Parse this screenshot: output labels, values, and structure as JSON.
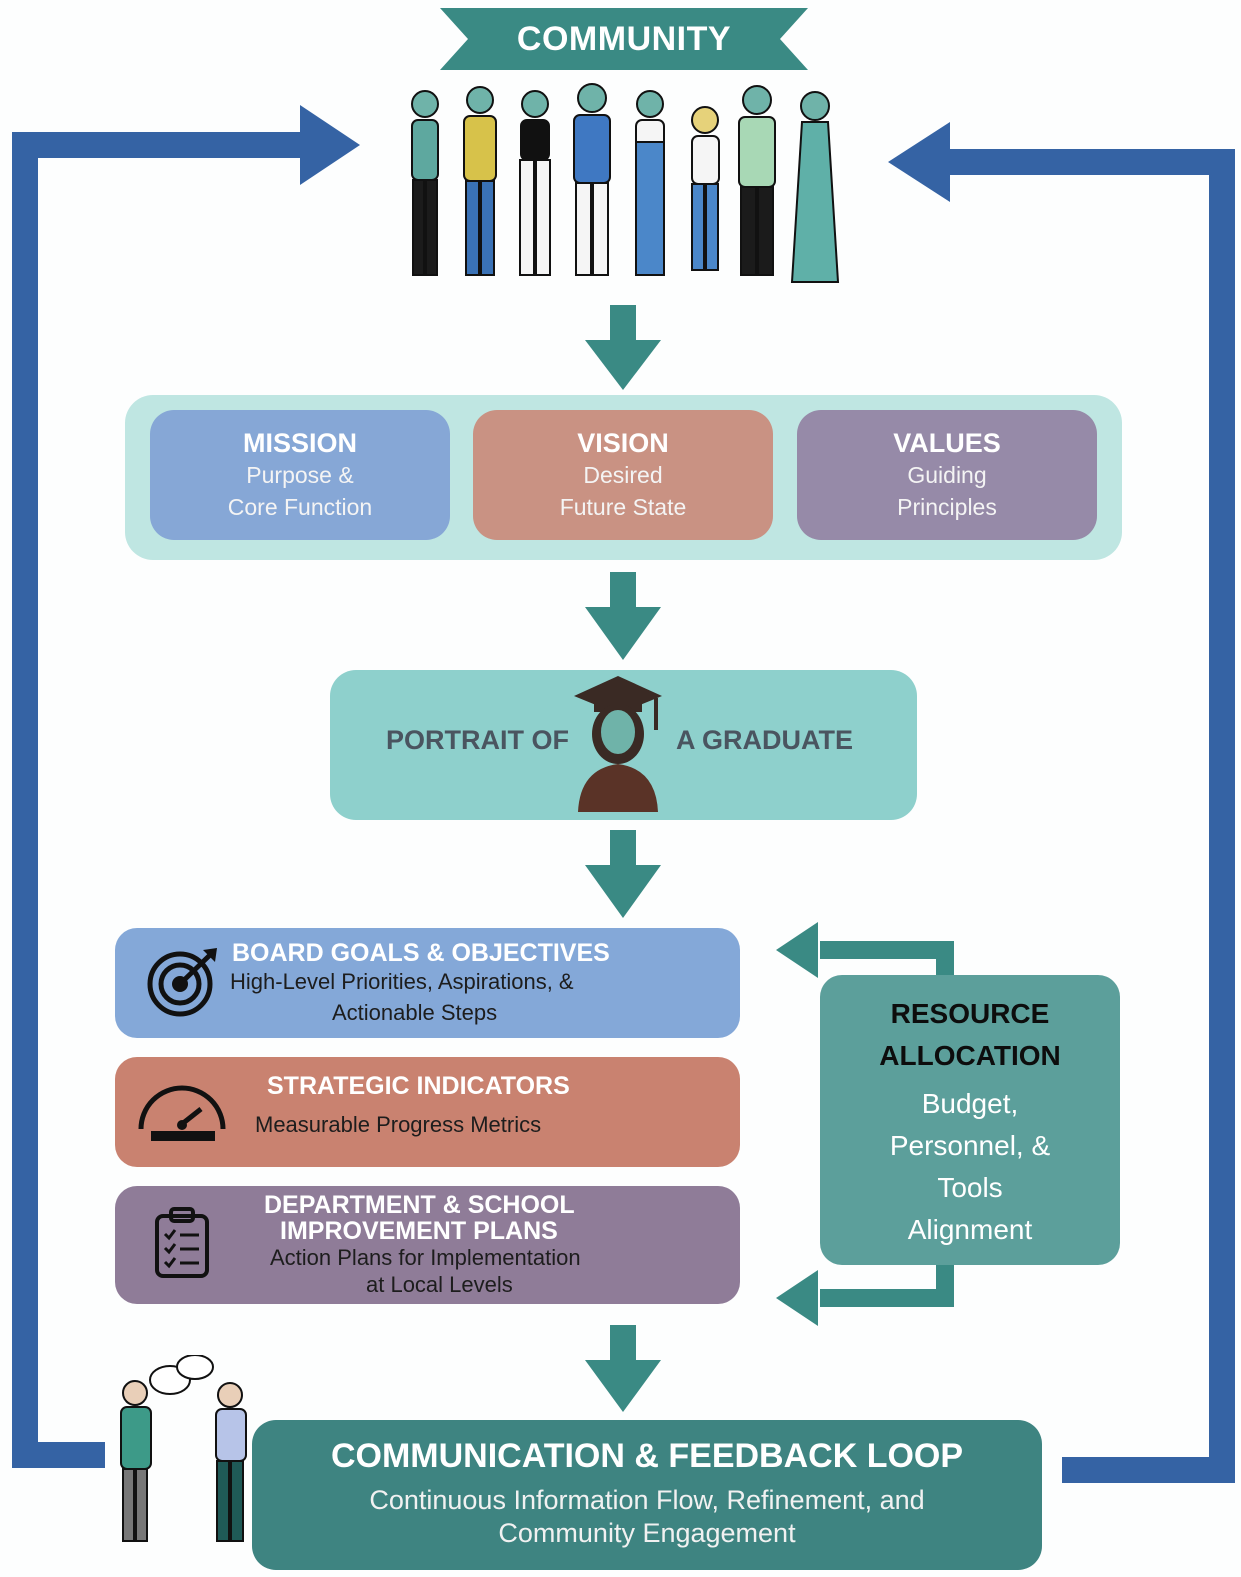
{
  "title_fragment": "",
  "community": {
    "label": "COMMUNITY"
  },
  "mvv": {
    "mission": {
      "title": "MISSION",
      "line1": "Purpose &",
      "line2": "Core Function"
    },
    "vision": {
      "title": "VISION",
      "line1": "Desired",
      "line2": "Future State"
    },
    "values": {
      "title": "VALUES",
      "line1": "Guiding",
      "line2": "Principles"
    }
  },
  "portrait": {
    "left": "PORTRAIT OF",
    "right": "A GRADUATE"
  },
  "board": {
    "title": "BOARD GOALS & OBJECTIVES",
    "line1": "High-Level Priorities, Aspirations, &",
    "line2": "Actionable Steps"
  },
  "indicators": {
    "title": "STRATEGIC INDICATORS",
    "line1": "Measurable Progress Metrics"
  },
  "plans": {
    "title1": "DEPARTMENT & SCHOOL",
    "title2": "IMPROVEMENT PLANS",
    "line1": "Action Plans for Implementation",
    "line2": "at Local Levels"
  },
  "resource": {
    "title1": "RESOURCE",
    "title2": "ALLOCATION",
    "line1": "Budget,",
    "line2": "Personnel, &",
    "line3": "Tools",
    "line4": "Alignment"
  },
  "feedback": {
    "title": "COMMUNICATION & FEEDBACK LOOP",
    "line1": "Continuous Information Flow, Refinement, and",
    "line2": "Community Engagement"
  },
  "colors": {
    "teal_dark": "#3e8481",
    "teal_arrow": "#3a8a84",
    "blue_loop": "#3563a4",
    "mission": "#86a7d6",
    "vision": "#c99283",
    "values": "#968aa8",
    "board": "#84a8d8",
    "indicators": "#c98270",
    "plans": "#8f7c98",
    "resource": "#5c9f9b"
  },
  "icons": [
    "people-group-icon",
    "graduate-icon",
    "target-icon",
    "gauge-icon",
    "clipboard-icon",
    "conversation-icon"
  ]
}
